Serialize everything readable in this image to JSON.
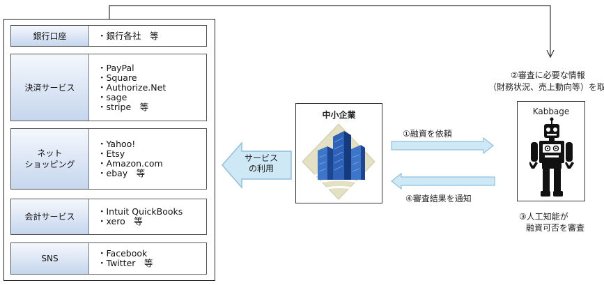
{
  "sources": {
    "rows": [
      {
        "category": "銀行口座",
        "items": [
          "・銀行各社　等"
        ]
      },
      {
        "category": "決済サービス",
        "items": [
          "・PayPal",
          "・Square",
          "・Authorize.Net",
          "・sage",
          "・stripe　等"
        ]
      },
      {
        "category": "ネット\nショッピング",
        "items": [
          "・Yahoo!",
          "・Etsy",
          "・Amazon.com",
          "・ebay　等"
        ]
      },
      {
        "category": "会計サービス",
        "items": [
          "・Intuit QuickBooks",
          "・xero　等"
        ]
      },
      {
        "category": "SNS",
        "items": [
          "・Facebook",
          "・Twitter　等"
        ]
      }
    ]
  },
  "service_arrow": {
    "label": "サービス\nの利用"
  },
  "sme": {
    "title": "中小企業"
  },
  "kabbage": {
    "title": "Kabbage"
  },
  "steps": {
    "step1": "①融資を依頼",
    "step2_line1": "②審査に必要な情報",
    "step2_line2": "（財務状況、売上動向等）を取得",
    "step3_line1": "③人工知能が",
    "step3_line2": "融資可否を審査",
    "step4": "④審査結果を通知"
  },
  "colors": {
    "category_fill": "#c6d6ee",
    "arrow_fill": "#cfe8f6",
    "arrow_stroke": "#8fc0e0",
    "building_blue": "#2d62b8",
    "diamond_fill": "#e4e0c4"
  }
}
